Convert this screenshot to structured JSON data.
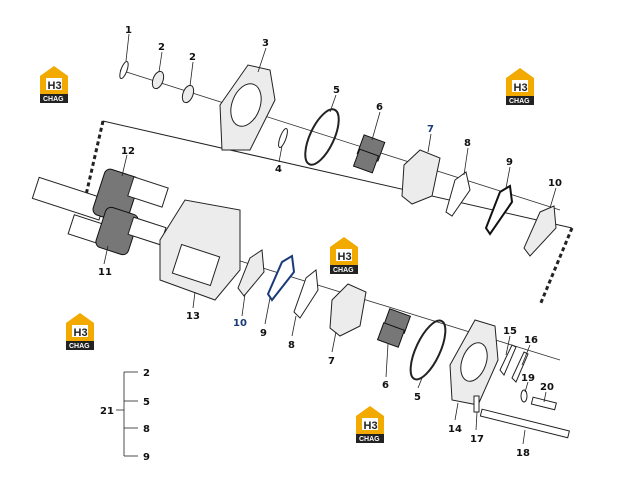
{
  "watermark": {
    "top_text": "H3",
    "bottom_text": "CHAG",
    "color": "#f2a900"
  },
  "callouts": [
    {
      "id": "c1",
      "text": "1"
    },
    {
      "id": "c2a",
      "text": "2"
    },
    {
      "id": "c2b",
      "text": "2"
    },
    {
      "id": "c3",
      "text": "3"
    },
    {
      "id": "c4",
      "text": "4"
    },
    {
      "id": "c5a",
      "text": "5"
    },
    {
      "id": "c6a",
      "text": "6"
    },
    {
      "id": "c7a",
      "text": "7"
    },
    {
      "id": "c8a",
      "text": "8"
    },
    {
      "id": "c9a",
      "text": "9"
    },
    {
      "id": "c10a",
      "text": "10"
    },
    {
      "id": "c11",
      "text": "11"
    },
    {
      "id": "c12",
      "text": "12"
    },
    {
      "id": "c13",
      "text": "13"
    },
    {
      "id": "c10b",
      "text": "10"
    },
    {
      "id": "c9b",
      "text": "9"
    },
    {
      "id": "c8b",
      "text": "8"
    },
    {
      "id": "c7b",
      "text": "7"
    },
    {
      "id": "c6b",
      "text": "6"
    },
    {
      "id": "c5b",
      "text": "5"
    },
    {
      "id": "c14",
      "text": "14"
    },
    {
      "id": "c15",
      "text": "15"
    },
    {
      "id": "c16",
      "text": "16"
    },
    {
      "id": "c17",
      "text": "17"
    },
    {
      "id": "c18",
      "text": "18"
    },
    {
      "id": "c19",
      "text": "19"
    },
    {
      "id": "c20",
      "text": "20"
    }
  ],
  "kit": {
    "label": "21",
    "items": [
      "2",
      "5",
      "8",
      "9"
    ]
  }
}
